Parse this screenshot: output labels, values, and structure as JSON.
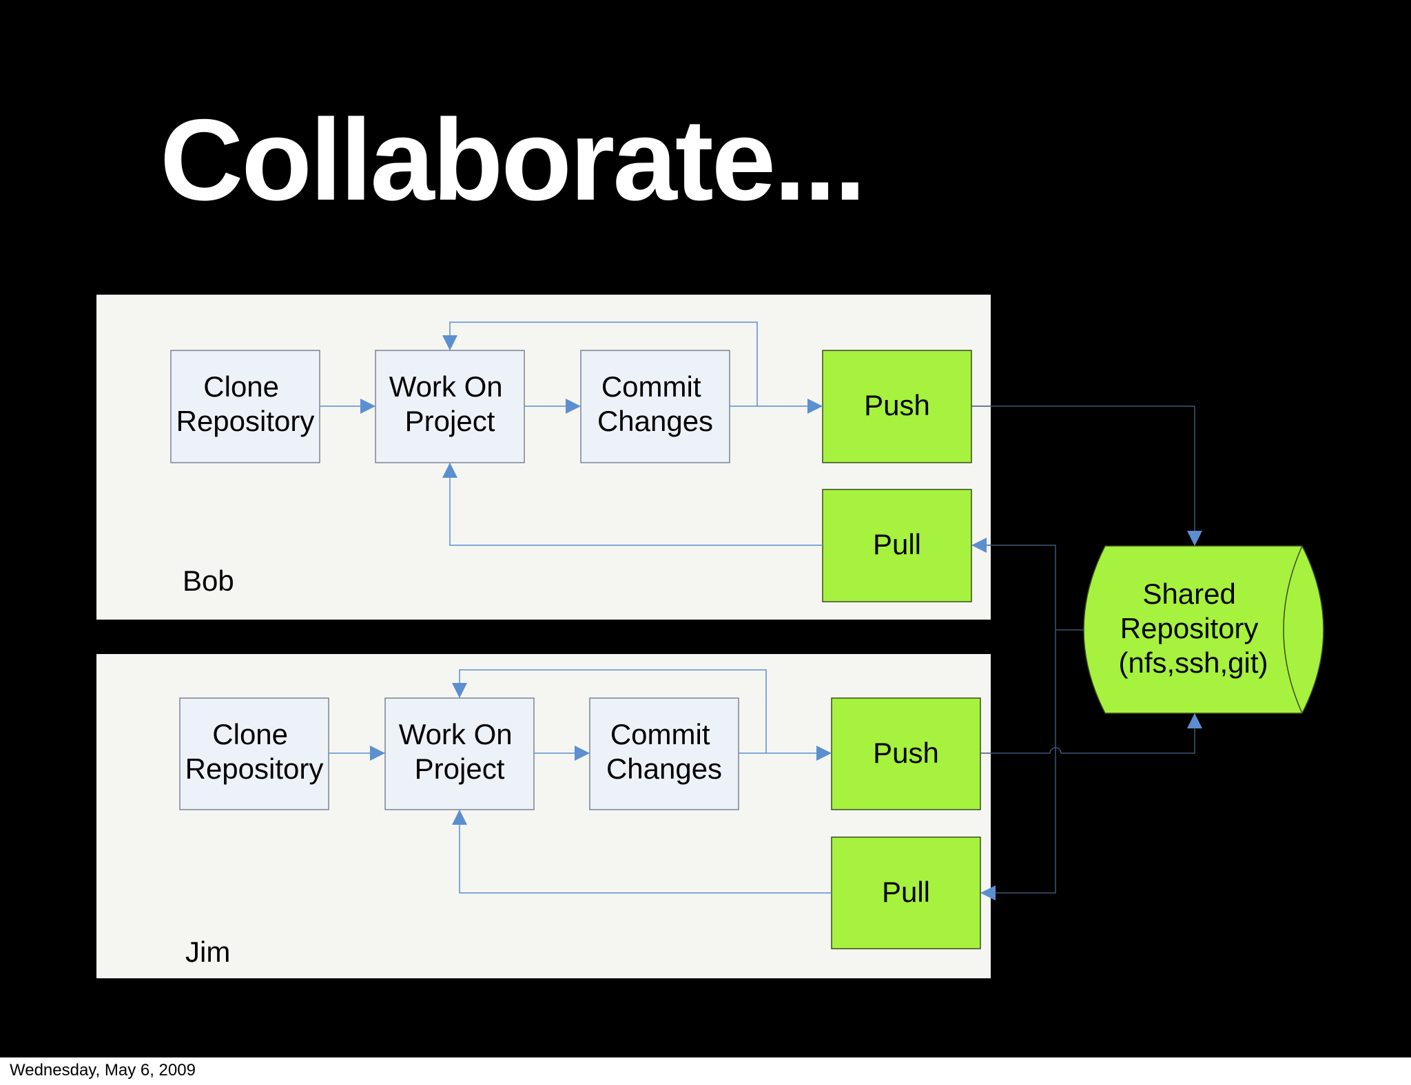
{
  "slide": {
    "title": "Collaborate...",
    "footer_date": "Wednesday, May 6, 2009"
  },
  "colors": {
    "background": "#000000",
    "panel": "#f5f5f2",
    "step_box": "#edf1f8",
    "action_box": "#a6f23f",
    "connector": "#5b8fd0",
    "title": "#ffffff"
  },
  "diagram": {
    "lanes": [
      {
        "user": "Bob",
        "steps": [
          "Clone Repository",
          "Work On Project",
          "Commit Changes"
        ],
        "actions": [
          "Push",
          "Pull"
        ]
      },
      {
        "user": "Jim",
        "steps": [
          "Clone Repository",
          "Work On Project",
          "Commit Changes"
        ],
        "actions": [
          "Push",
          "Pull"
        ]
      }
    ],
    "repository": {
      "label_lines": [
        "Shared",
        "Repository",
        "(nfs,ssh,git)"
      ]
    }
  }
}
